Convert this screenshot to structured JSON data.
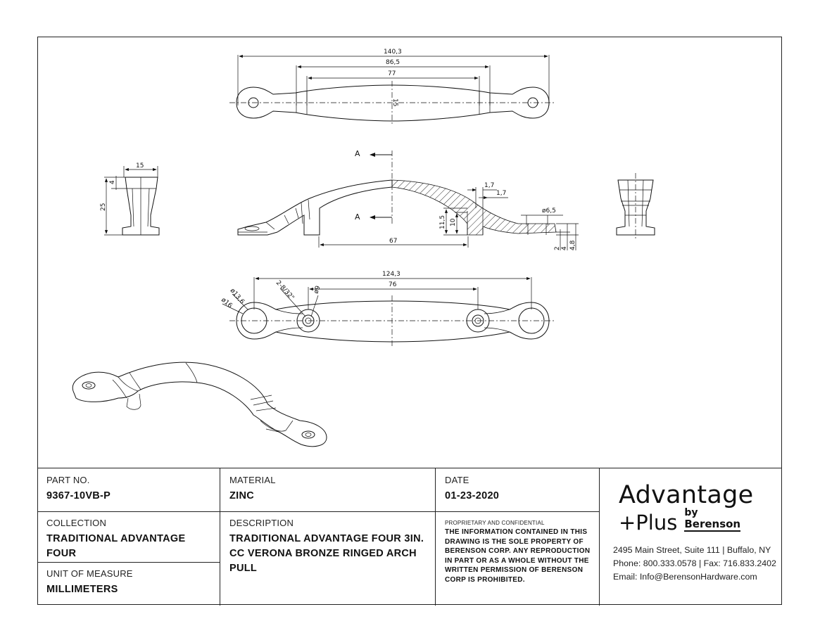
{
  "dimensions": {
    "top_overall": "140,3",
    "top_middle": "86,5",
    "top_inner": "77",
    "top_width": "15",
    "side_width": "15",
    "side_top": "4",
    "side_height": "25",
    "section_marker_top": "A",
    "section_marker_bottom": "A",
    "section_17a": "1,7",
    "section_17b": "1,7",
    "section_65": "ø6,5",
    "section_115": "11,5",
    "section_10": "10",
    "section_67": "67",
    "section_2": "2",
    "section_4": "4",
    "section_48": "4,8",
    "bottom_overall": "124,3",
    "bottom_cc": "76",
    "bottom_d136": "ø13,6",
    "bottom_d16": "ø16",
    "bottom_thread": "2-8/32\"",
    "bottom_d9": "ø9"
  },
  "title_block": {
    "part_no_label": "PART NO.",
    "part_no_value": "9367-10VB-P",
    "material_label": "MATERIAL",
    "material_value": "ZINC",
    "date_label": "DATE",
    "date_value": "01-23-2020",
    "collection_label": "COLLECTION",
    "collection_value": "TRADITIONAL ADVANTAGE FOUR",
    "description_label": "DESCRIPTION",
    "description_value": "TRADITIONAL ADVANTAGE FOUR 3IN. CC VERONA BRONZE RINGED ARCH PULL",
    "uom_label": "UNIT OF MEASURE",
    "uom_value": "MILLIMETERS",
    "confidential_title": "PROPRIETARY AND CONFIDENTIAL",
    "confidential_text": "THE INFORMATION CONTAINED IN THIS DRAWING IS THE SOLE PROPERTY OF BERENSON CORP. ANY REPRODUCTION IN PART OR AS A WHOLE WITHOUT THE WRITTEN PERMISSION OF BERENSON CORP IS PROHIBITED."
  },
  "brand": {
    "line1": "Advantage",
    "line2": "+Plus",
    "by": "by",
    "company": "Berenson",
    "address": "2495 Main Street, Suite 111 | Buffalo, NY",
    "phone": "Phone: 800.333.0578 | Fax: 716.833.2402",
    "email": "Email: Info@BerensonHardware.com"
  }
}
